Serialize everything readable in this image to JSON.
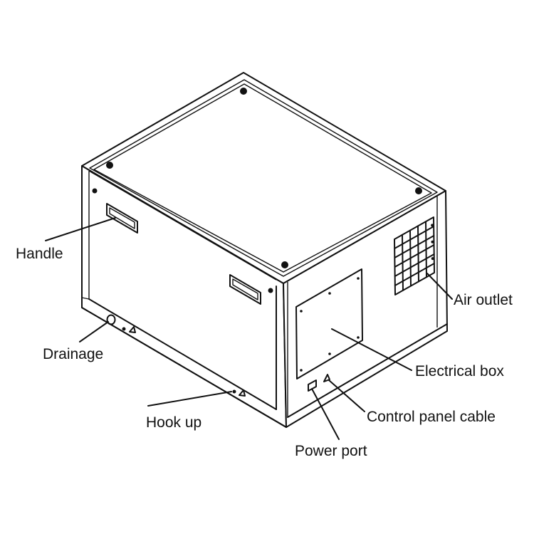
{
  "labels": {
    "handle": "Handle",
    "drainage": "Drainage",
    "hook_up": "Hook up",
    "air_outlet": "Air outlet",
    "electrical_box": "Electrical box",
    "control_panel_cable": "Control panel cable",
    "power_port": "Power port"
  },
  "colors": {
    "line": "#111111",
    "background": "#ffffff"
  }
}
